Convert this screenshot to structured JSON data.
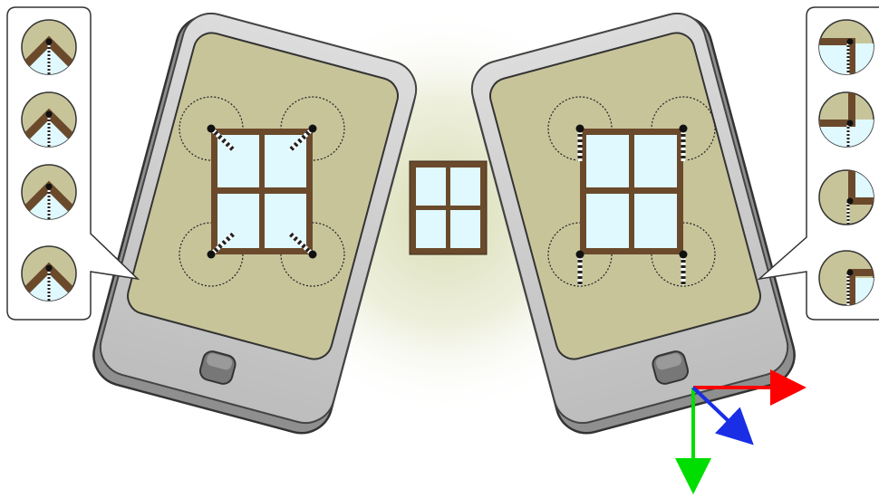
{
  "colors": {
    "background": "#ffffff",
    "glow": "#d9dcb4",
    "device_body": "#a7a7a7",
    "device_bezel": "#d8d8d8",
    "device_outline": "#3b3b3b",
    "screen": "#c8c49a",
    "frame_wood": "#6b4a2c",
    "glass": "#dff9ff",
    "axis_x": "#ff0000",
    "axis_y": "#00dd00",
    "axis_z": "#1a2ee6"
  },
  "diagram": {
    "left_device": {
      "tilt_deg": 15,
      "corner_markers": "diagonal",
      "legend": {
        "side": "left",
        "glyph": "chevron-corner",
        "items": [
          "corner-1",
          "corner-2",
          "corner-3",
          "corner-4"
        ]
      }
    },
    "center_window": {
      "panes": 4
    },
    "right_device": {
      "tilt_deg": -15,
      "corner_markers": "vertical",
      "legend": {
        "side": "right",
        "glyph": "l-corner",
        "items": [
          "top-left-corner",
          "top-right-corner",
          "bottom-left-corner",
          "bottom-right-corner"
        ]
      }
    },
    "axes": {
      "shown": true,
      "arrows": [
        "x",
        "y",
        "z"
      ]
    }
  }
}
